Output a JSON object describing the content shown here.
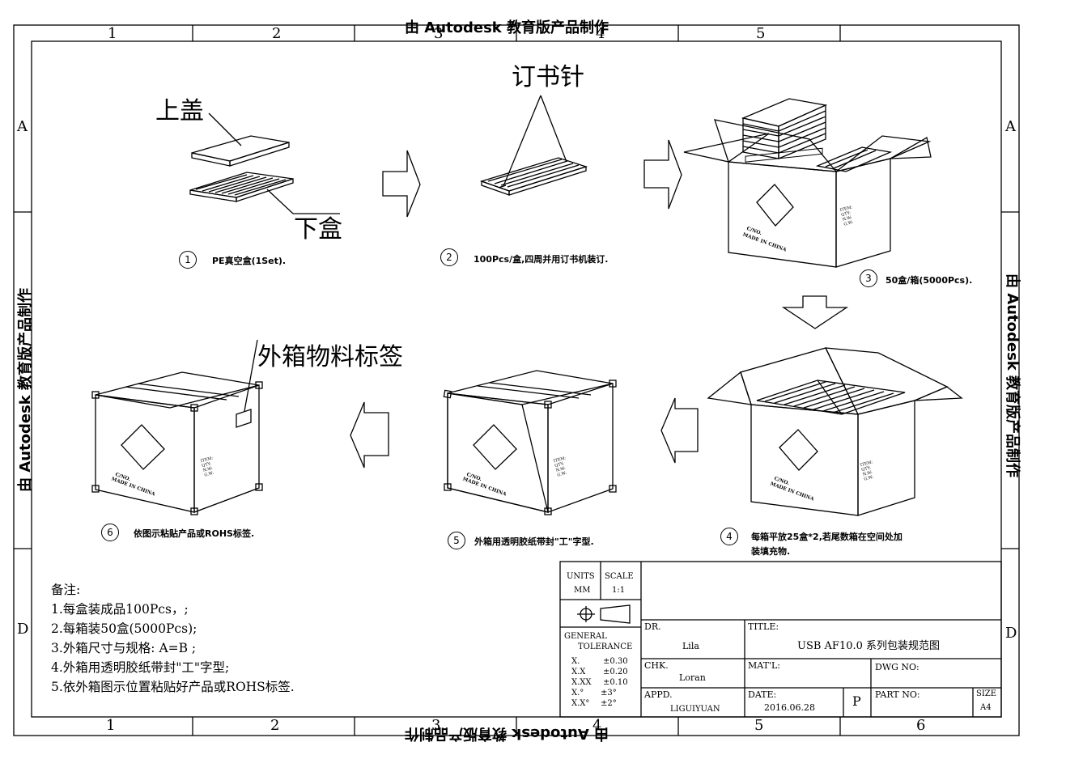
{
  "watermark": "由 Autodesk 教育版产品制作",
  "zones": {
    "columns_top": [
      "1",
      "2",
      "3",
      "4",
      "5"
    ],
    "columns_bottom": [
      "1",
      "2",
      "3",
      "4",
      "5",
      "6"
    ],
    "rows": [
      "A",
      "D"
    ]
  },
  "callouts": {
    "lid": "上盖",
    "bottom_box": "下盒",
    "staple": "订书针",
    "outer_label": "外箱物料标签"
  },
  "box_marks": {
    "cno": "C/NO.",
    "made_in": "MADE IN CHINA",
    "spec_lines": [
      "ITEM:",
      "QTY:",
      "N.W:",
      "G.W:"
    ]
  },
  "steps": [
    {
      "num": "1",
      "text": "PE真空盒(1Set)."
    },
    {
      "num": "2",
      "text": "100Pcs/盒,四周并用订书机装订."
    },
    {
      "num": "3",
      "text": "50盒/箱(5000Pcs)."
    },
    {
      "num": "4",
      "text_line1": "每箱平放25盒*2,若尾数箱在空间处加",
      "text_line2": "装填充物."
    },
    {
      "num": "5",
      "text": "外箱用透明胶纸带封\"工\"字型."
    },
    {
      "num": "6",
      "text": "依图示粘贴产品或ROHS标签."
    }
  ],
  "notes": {
    "heading": "备注:",
    "items": [
      "1.每盒装成品100Pcs，;",
      "2.每箱装50盒(5000Pcs);",
      "3.外箱尺寸与规格:  A=B ;",
      "4.外箱用透明胶纸带封\"工\"字型;",
      "5.依外箱图示位置粘贴好产品或ROHS标签."
    ]
  },
  "title_block": {
    "units_label": "UNITS",
    "units_value": "MM",
    "scale_label": "SCALE",
    "scale_value": "1:1",
    "general_tolerance_1": "GENERAL",
    "general_tolerance_2": "TOLERANCE",
    "tolerances": [
      {
        "k": "X.",
        "v": "±0.30"
      },
      {
        "k": "X.X",
        "v": "±0.20"
      },
      {
        "k": "X.XX",
        "v": "±0.10"
      },
      {
        "k": "X.°",
        "v": "±3°"
      },
      {
        "k": "X.X°",
        "v": "±2°"
      }
    ],
    "dr_label": "DR.",
    "dr_value": "Lila",
    "chk_label": "CHK.",
    "chk_value": "Loran",
    "appd_label": "APPD.",
    "appd_value": "LIGUIYUAN",
    "title_label": "TITLE:",
    "title_value": "USB AF10.0 系列包装规范图",
    "mat_label": "MAT'L:",
    "dwg_label": "DWG NO:",
    "date_label": "DATE:",
    "date_value": "2016.06.28",
    "rev_value": "P",
    "part_label": "PART NO:",
    "size_label": "SIZE",
    "size_value": "A4"
  }
}
